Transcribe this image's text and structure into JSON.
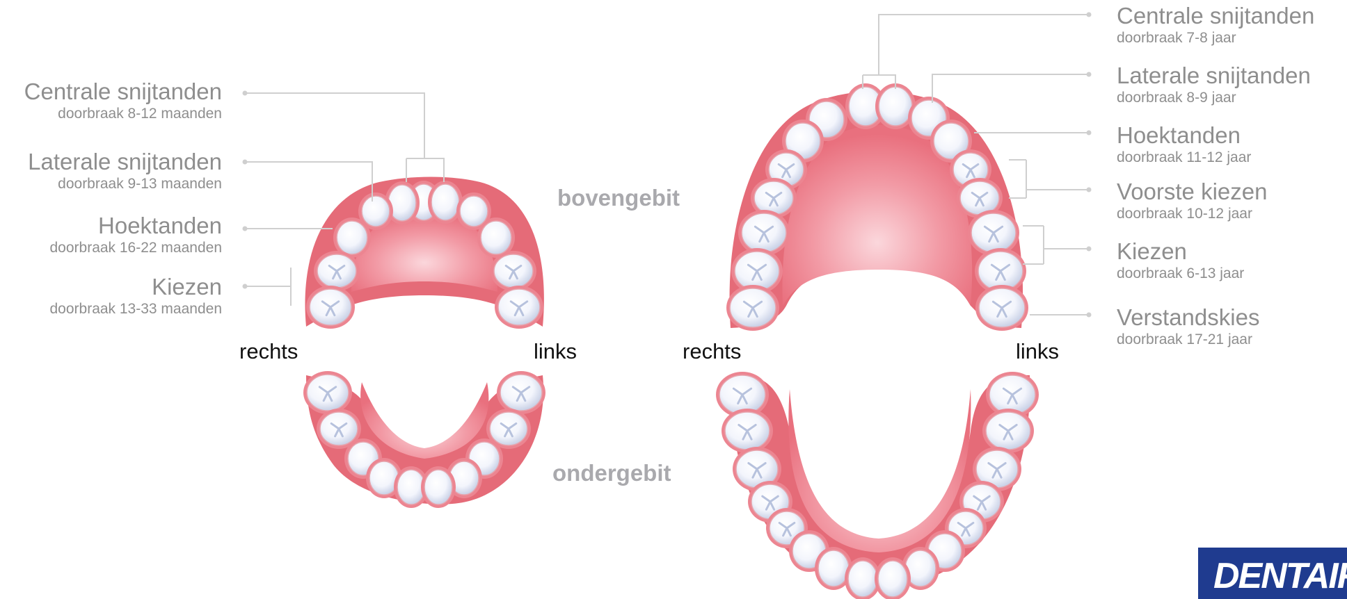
{
  "child": {
    "labels": [
      {
        "name": "Centrale snijtanden",
        "sub": "doorbraak 8-12 maanden"
      },
      {
        "name": "Laterale snijtanden",
        "sub": "doorbraak 9-13 maanden"
      },
      {
        "name": "Hoektanden",
        "sub": "doorbraak 16-22 maanden"
      },
      {
        "name": "Kiezen",
        "sub": "doorbraak 13-33 maanden"
      }
    ],
    "side_right": "rechts",
    "side_left": "links"
  },
  "adult": {
    "labels": [
      {
        "name": "Centrale snijtanden",
        "sub": "doorbraak 7-8 jaar"
      },
      {
        "name": "Laterale snijtanden",
        "sub": "doorbraak 8-9 jaar"
      },
      {
        "name": "Hoektanden",
        "sub": "doorbraak 11-12 jaar"
      },
      {
        "name": "Voorste kiezen",
        "sub": "doorbraak 10-12 jaar"
      },
      {
        "name": "Kiezen",
        "sub": "doorbraak 6-13 jaar"
      },
      {
        "name": "Verstandskies",
        "sub": "doorbraak 17-21 jaar"
      }
    ],
    "side_right": "rechts",
    "side_left": "links"
  },
  "jaws": {
    "upper": "bovengebit",
    "lower": "ondergebit"
  },
  "logo": {
    "text": "DENTAIR"
  },
  "colors": {
    "gum": "#e56b78",
    "palate": "#f2a0aa",
    "tooth": "#eef1fa",
    "leader": "#cfcfcf",
    "logo_bg": "#1f3b8f"
  }
}
